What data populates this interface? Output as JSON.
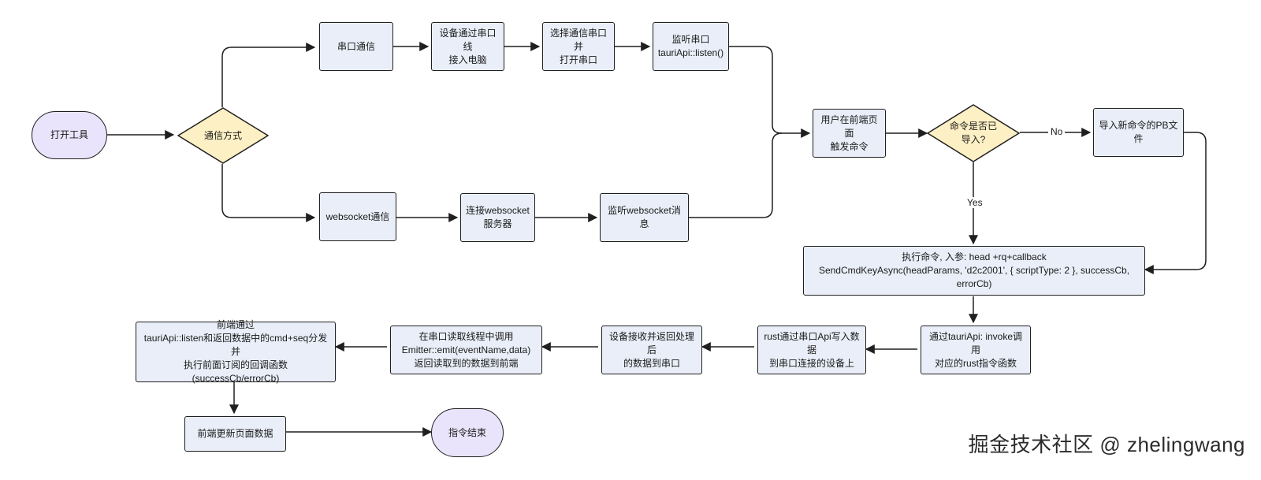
{
  "diagram": {
    "nodes": {
      "open_tool": "打开工具",
      "comm_mode": "通信方式",
      "serial_comm": "串口通信",
      "device_connect": "设备通过串口线\n接入电脑",
      "select_port": "选择通信串口并\n打开串口",
      "listen_serial": "监听串口\ntauriApi::listen()",
      "ws_comm": "websocket通信",
      "ws_connect": "连接websocket\n服务器",
      "ws_listen": "监听websocket消息",
      "user_trigger": "用户在前端页面\n触发命令",
      "cmd_imported": "命令是否已\n导入?",
      "import_pb": "导入新命令的PB文件",
      "exec_cmd": "执行命令, 入参:  head +rq+callback\nSendCmdKeyAsync(headParams, 'd2c2001', { scriptType: 2 }, successCb, errorCb)",
      "invoke_rust": "通过tauriApi: invoke调用\n对应的rust指令函数",
      "rust_write": "rust通过串口Api写入数据\n到串口连接的设备上",
      "device_return": "设备接收并返回处理后\n的数据到串口",
      "emit_data": "在串口读取线程中调用\nEmitter::emit(eventName,data)\n返回读取到的数据到前端",
      "frontend_dispatch": "前端通过\ntauriApi::listen和返回数据中的cmd+seq分发并\n执行前面订阅的回调函数(successCb/errorCb)",
      "update_page": "前端更新页面数据",
      "cmd_end": "指令结束"
    },
    "edge_labels": {
      "no": "No",
      "yes": "Yes"
    }
  },
  "brand": "掘金技术社区 @ zhelingwang",
  "colors": {
    "process_fill": "#e9eef8",
    "terminal_fill": "#e9e4fb",
    "decision_fill": "#fdf0c4",
    "stroke": "#1f1f1f"
  }
}
